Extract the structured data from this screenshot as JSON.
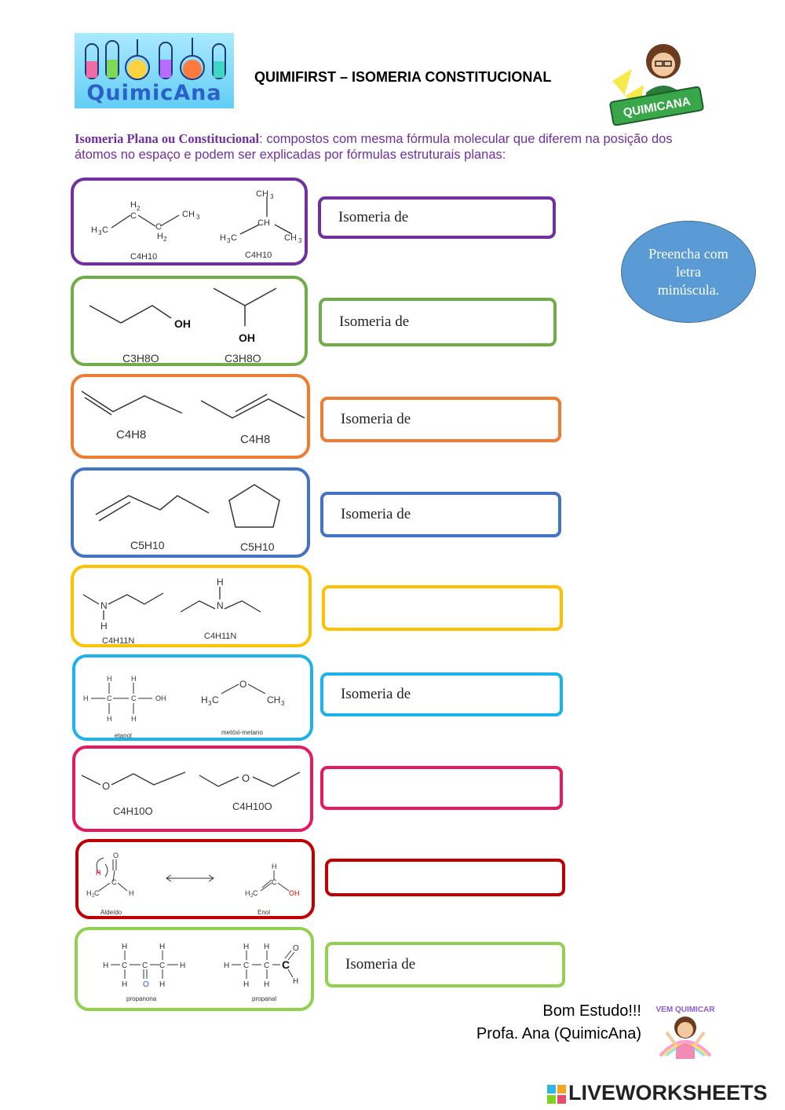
{
  "header": {
    "logo_text": "QuimicAna",
    "title": "QUIMIFIRST – ISOMERIA CONSTITUCIONAL",
    "badge_text": "QUIMICANA"
  },
  "intro": {
    "term": "Isomeria Plana ou Constitucional",
    "text": ": compostos com mesma fórmula molecular que diferem na posição dos átomos no espaço e podem ser explicadas por fórmulas estruturais planas:"
  },
  "colors": {
    "purple": "#7030a0",
    "green": "#70ad47",
    "orange": "#ed7d31",
    "blue": "#4472c4",
    "yellow": "#ffc000",
    "cyan": "#00b0f0",
    "pink": "#e6195f",
    "darkred": "#c00000",
    "lightgreen": "#92d050",
    "bubble": "#5b9bd5"
  },
  "rows": [
    {
      "formula_a": "C4H10",
      "formula_b": "C4H10",
      "answer_label": "Isomeria de"
    },
    {
      "formula_a": "C3H8O",
      "formula_b": "C3H8O",
      "answer_label": "Isomeria de"
    },
    {
      "formula_a": "C4H8",
      "formula_b": "C4H8",
      "answer_label": "Isomeria de"
    },
    {
      "formula_a": "C5H10",
      "formula_b": "C5H10",
      "answer_label": "Isomeria de"
    },
    {
      "formula_a": "C4H11N",
      "formula_b": "C4H11N",
      "answer_label": ""
    },
    {
      "formula_a": "etanol",
      "formula_b": "metóxi-metano",
      "answer_label": "Isomeria de"
    },
    {
      "formula_a": "C4H10O",
      "formula_b": "C4H10O",
      "answer_label": ""
    },
    {
      "formula_a": "Aldeído",
      "formula_b": "Enol",
      "answer_label": ""
    },
    {
      "formula_a": "propanona",
      "formula_b": "propanal",
      "answer_label": "Isomeria de"
    }
  ],
  "bubble": {
    "text": "Preencha com letra minúscula."
  },
  "footer": {
    "line1": "Bom Estudo!!!",
    "line2": "Profa. Ana (QuimicAna)",
    "sticker_text": "VEM QUIMICAR",
    "brand": "LIVEWORKSHEETS"
  }
}
